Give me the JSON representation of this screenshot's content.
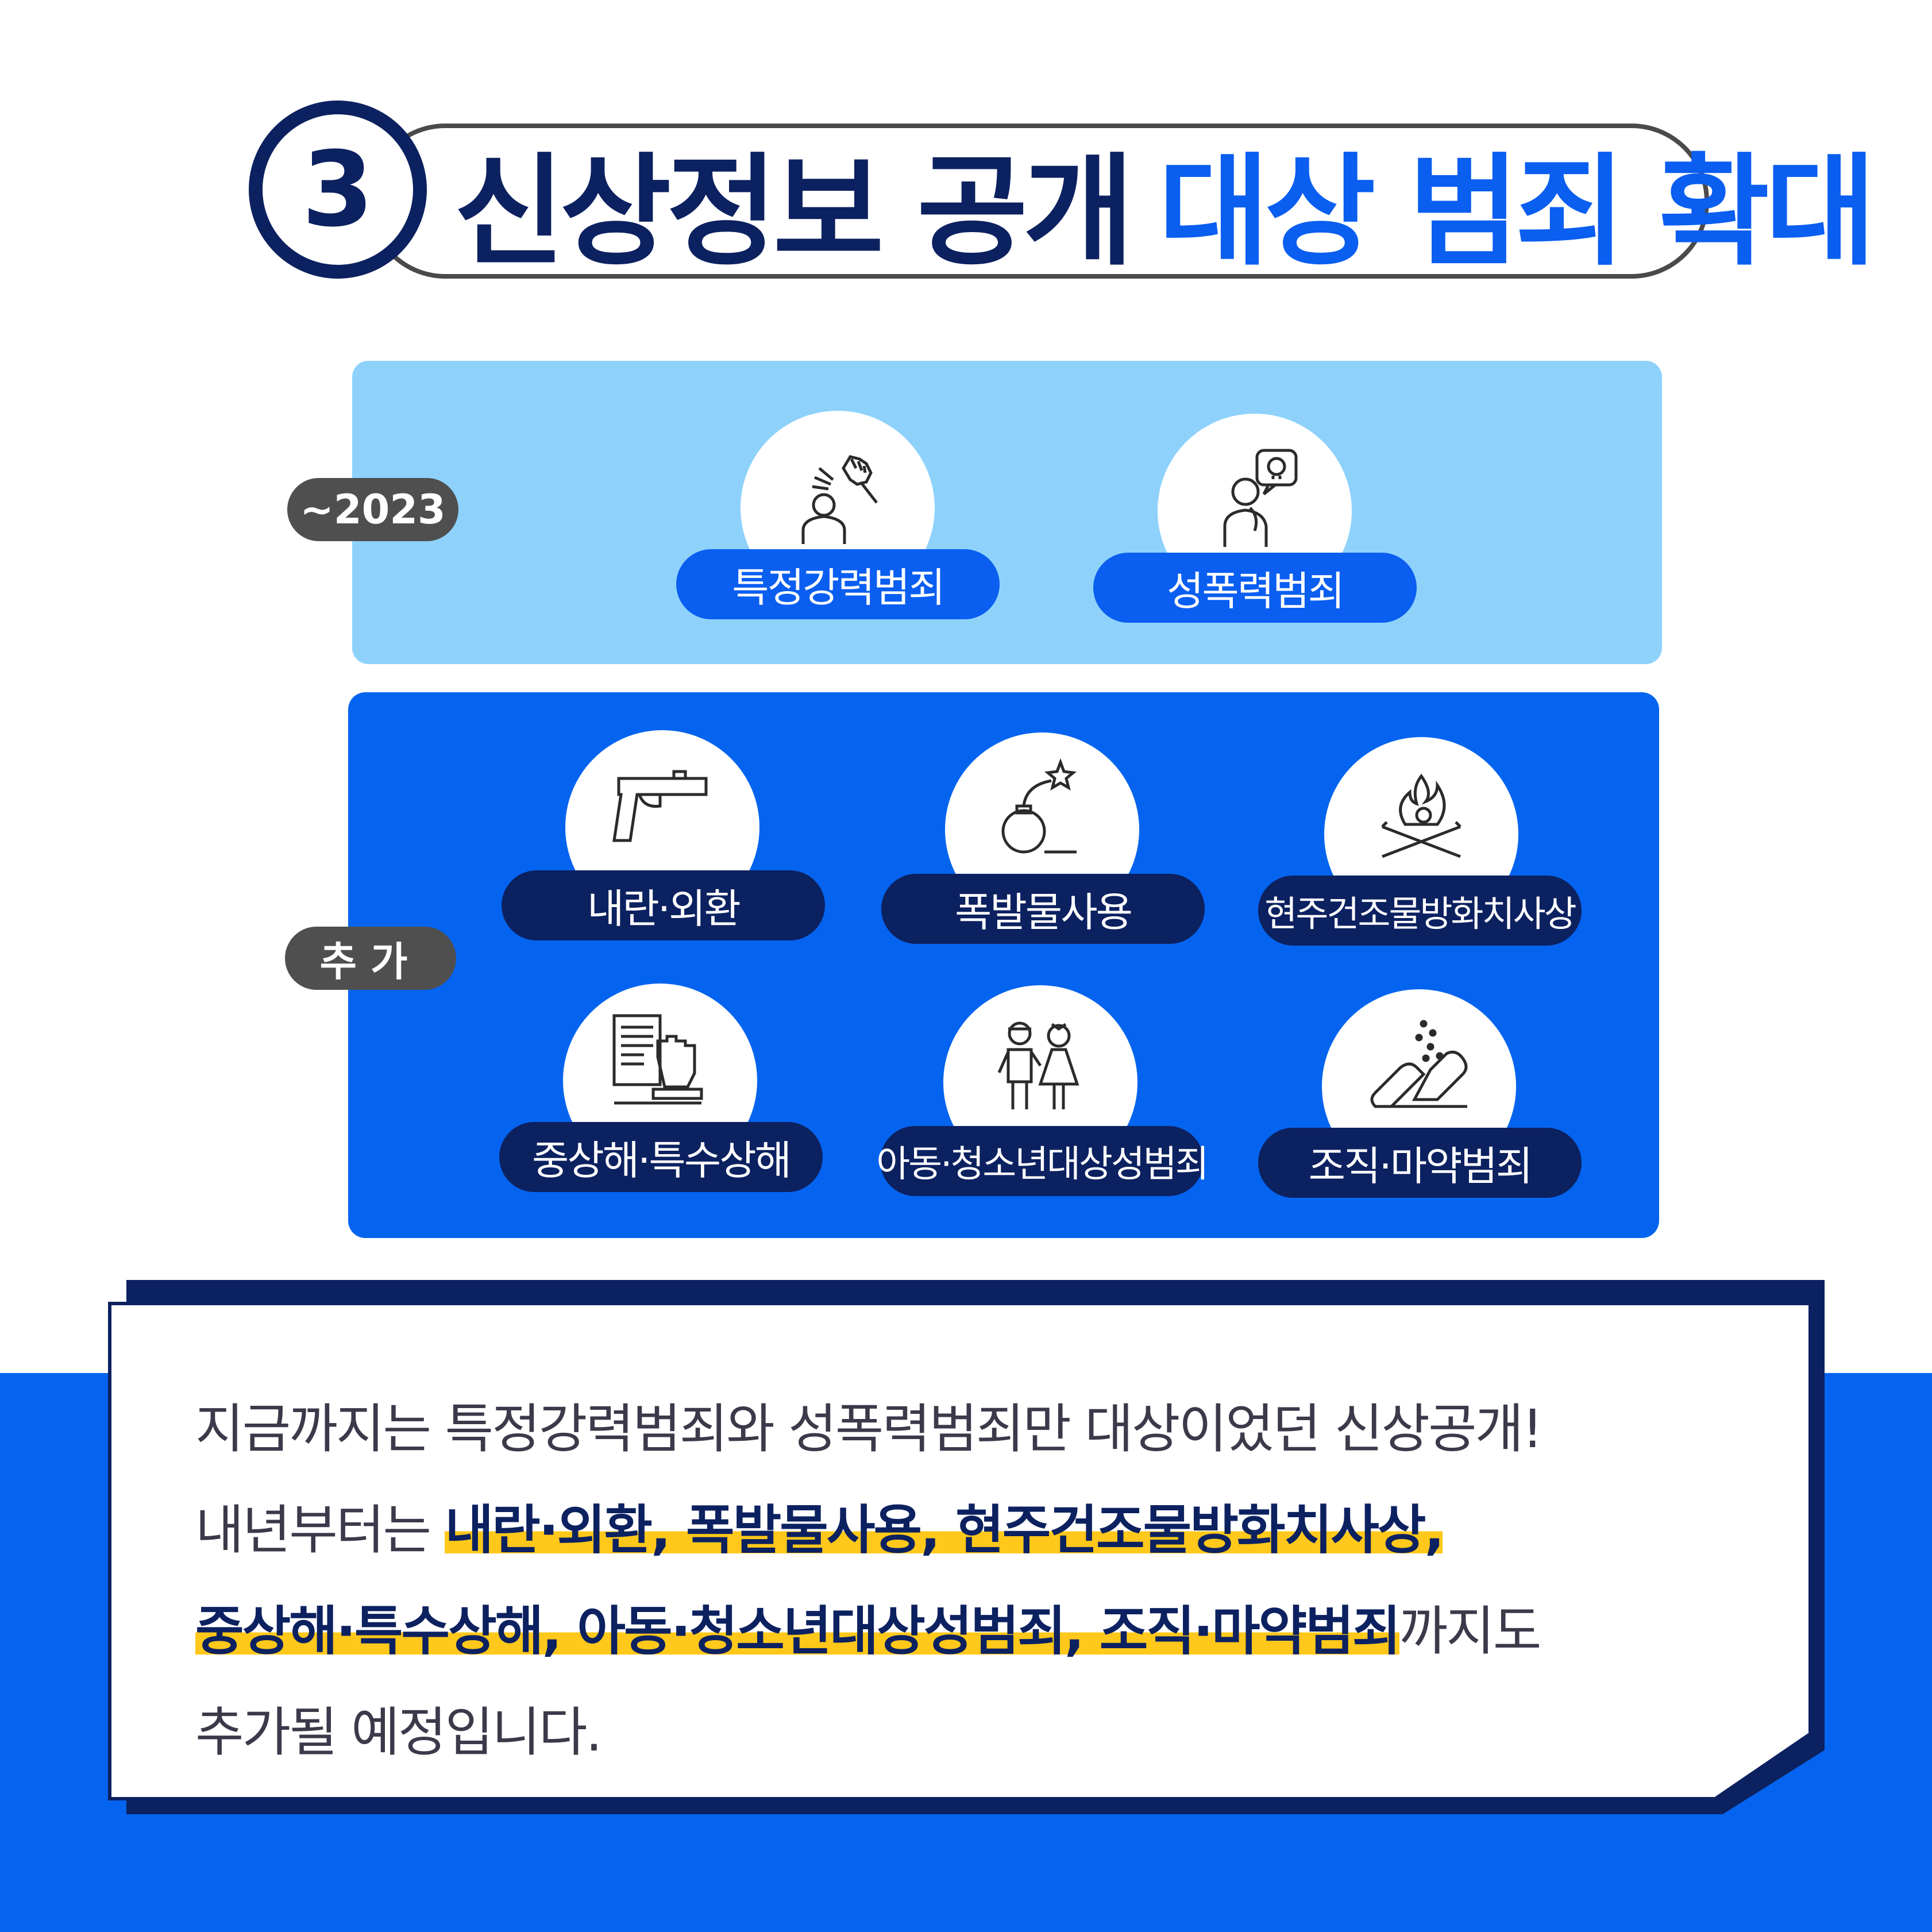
{
  "title": {
    "number": "3",
    "text_dark": "신상정보 공개",
    "text_blue": "대상 범죄 확대"
  },
  "badges": {
    "before": "~2023",
    "added": "추가"
  },
  "existing_crimes": [
    {
      "label": "특정강력범죄",
      "icon": "fist-punch-icon"
    },
    {
      "label": "성폭력범죄",
      "icon": "skull-speech-threat-icon"
    }
  ],
  "added_crimes": [
    {
      "label": "내란·외환",
      "icon": "gun-icon"
    },
    {
      "label": "폭발물사용",
      "icon": "bomb-icon"
    },
    {
      "label": "현주건조물방화치사상",
      "icon": "fire-icon"
    },
    {
      "label": "중상해·특수상해",
      "icon": "document-fist-icon"
    },
    {
      "label": "아동·청소년대상성범죄",
      "icon": "children-icon"
    },
    {
      "label": "조직·마약범죄",
      "icon": "pill-capsule-icon"
    }
  ],
  "summary": {
    "line1": "지금까지는 특정강력범죄와 성폭력범죄만 대상이었던 신상공개!",
    "line2_prefix": "내년부터는 ",
    "highlight_line2": "내란·외환, 폭발물사용, 현주건조물방화치사상,",
    "highlight_line3": "중상해·특수상해, 아동·청소년대상성범죄, 조직·마약범죄",
    "line3_suffix": "까지도",
    "line4": "추가될 예정입니다."
  },
  "colors": {
    "navy": "#0c2160",
    "blue": "#0a5ef0",
    "light_blue": "#8ed2fc",
    "highlight": "#ffc81a",
    "badge_gray": "#4f4f4f"
  }
}
